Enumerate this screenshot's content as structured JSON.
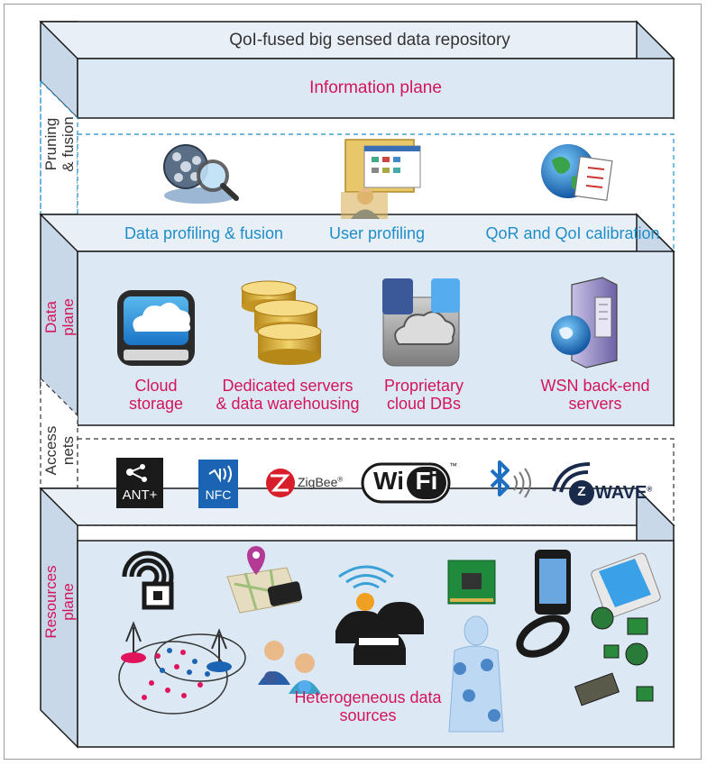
{
  "repository": {
    "title": "QoI-fused big sensed data repository"
  },
  "information_plane": {
    "title": "Information plane",
    "side_label": [
      "Pruning",
      "& fusion"
    ],
    "items": [
      "Data profiling & fusion",
      "User profiling",
      "QoR and QoI calibration"
    ]
  },
  "data_plane": {
    "side_label": [
      "Data",
      "plane"
    ],
    "items": [
      [
        "Cloud",
        "storage"
      ],
      [
        "Dedicated servers",
        "& data warehousing"
      ],
      [
        "Proprietary",
        "cloud DBs"
      ],
      [
        "WSN back-end",
        "servers"
      ]
    ]
  },
  "access_nets": {
    "side_label": [
      "Access",
      "nets"
    ],
    "logos": {
      "ant": "ANT+",
      "nfc": "NFC",
      "zigbee": "ZigBee",
      "zigbee_mark": "®",
      "wifi": [
        "Wi",
        "Fi"
      ],
      "wifi_mark": "™",
      "zwave": "WAVE",
      "zwave_mark": "®",
      "zwave_letter": "Z"
    }
  },
  "resources_plane": {
    "side_label": [
      "Resources",
      "plane"
    ],
    "caption": [
      "Heterogeneous data",
      "sources"
    ]
  },
  "colors": {
    "face": "#dce9f4",
    "top": "#e8eff6",
    "side": "#c8d8e8",
    "edge": "#1a1a1a",
    "pink": "#d4145a",
    "blue": "#1f8ec8"
  }
}
